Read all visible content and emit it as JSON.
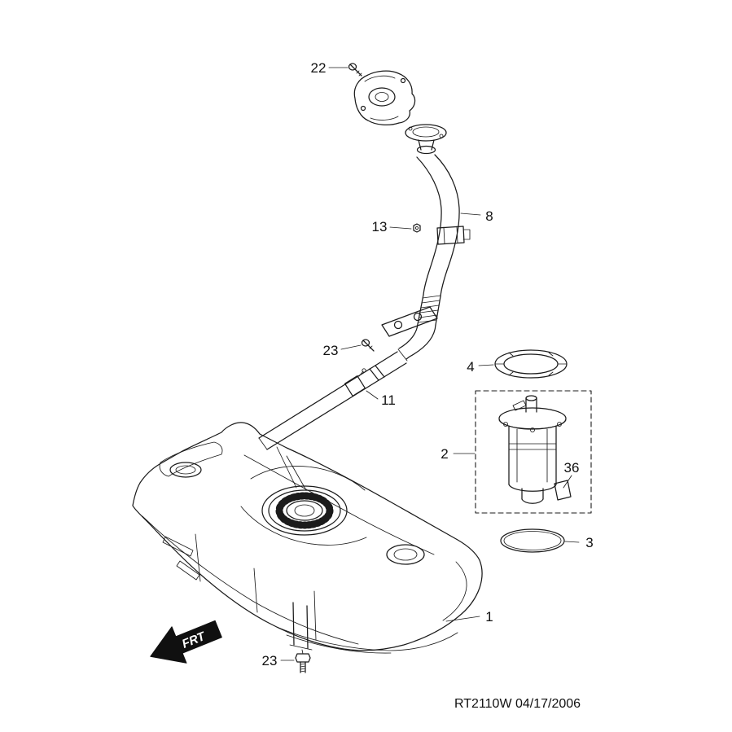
{
  "diagram": {
    "background_color": "#ffffff",
    "ink_color": "#1b1b1b",
    "footer_code": "RT2110W  04/17/2006",
    "frt_label": "FRT",
    "callouts": {
      "c1": "1",
      "c2": "2",
      "c3": "3",
      "c4": "4",
      "c8": "8",
      "c11": "11",
      "c13": "13",
      "c22": "22",
      "c23a": "23",
      "c23b": "23",
      "c36": "36"
    }
  }
}
